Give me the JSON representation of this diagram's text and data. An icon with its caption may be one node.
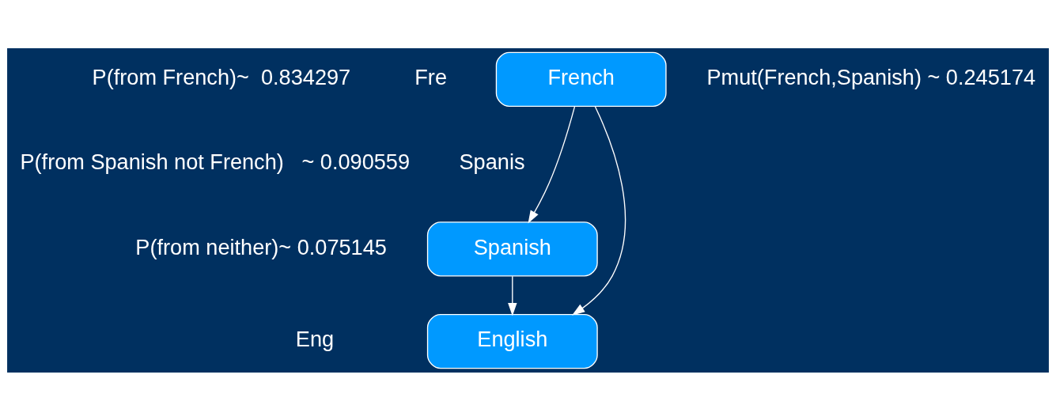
{
  "diagram": {
    "nodes": [
      {
        "text": [
          "French"
        ]
      },
      {
        "text": [
          "Spanish"
        ]
      },
      {
        "text": [
          "English"
        ]
      }
    ],
    "edges": [
      {
        "from": 0,
        "to": 2,
        "arrow": "to"
      },
      {
        "from": 0,
        "to": 1,
        "arrow": "to"
      },
      {
        "from": 1,
        "to": 2,
        "arrow": "to"
      }
    ],
    "labels": [
      "Fre",
      "P(from French)~  0.834297",
      "Pmut(French,Spanish) ~ 0.245174",
      "P(from Spanish not French)   ~ 0.090559",
      "Spanis",
      "P(from neither)~ 0.075145",
      "Eng"
    ]
  }
}
